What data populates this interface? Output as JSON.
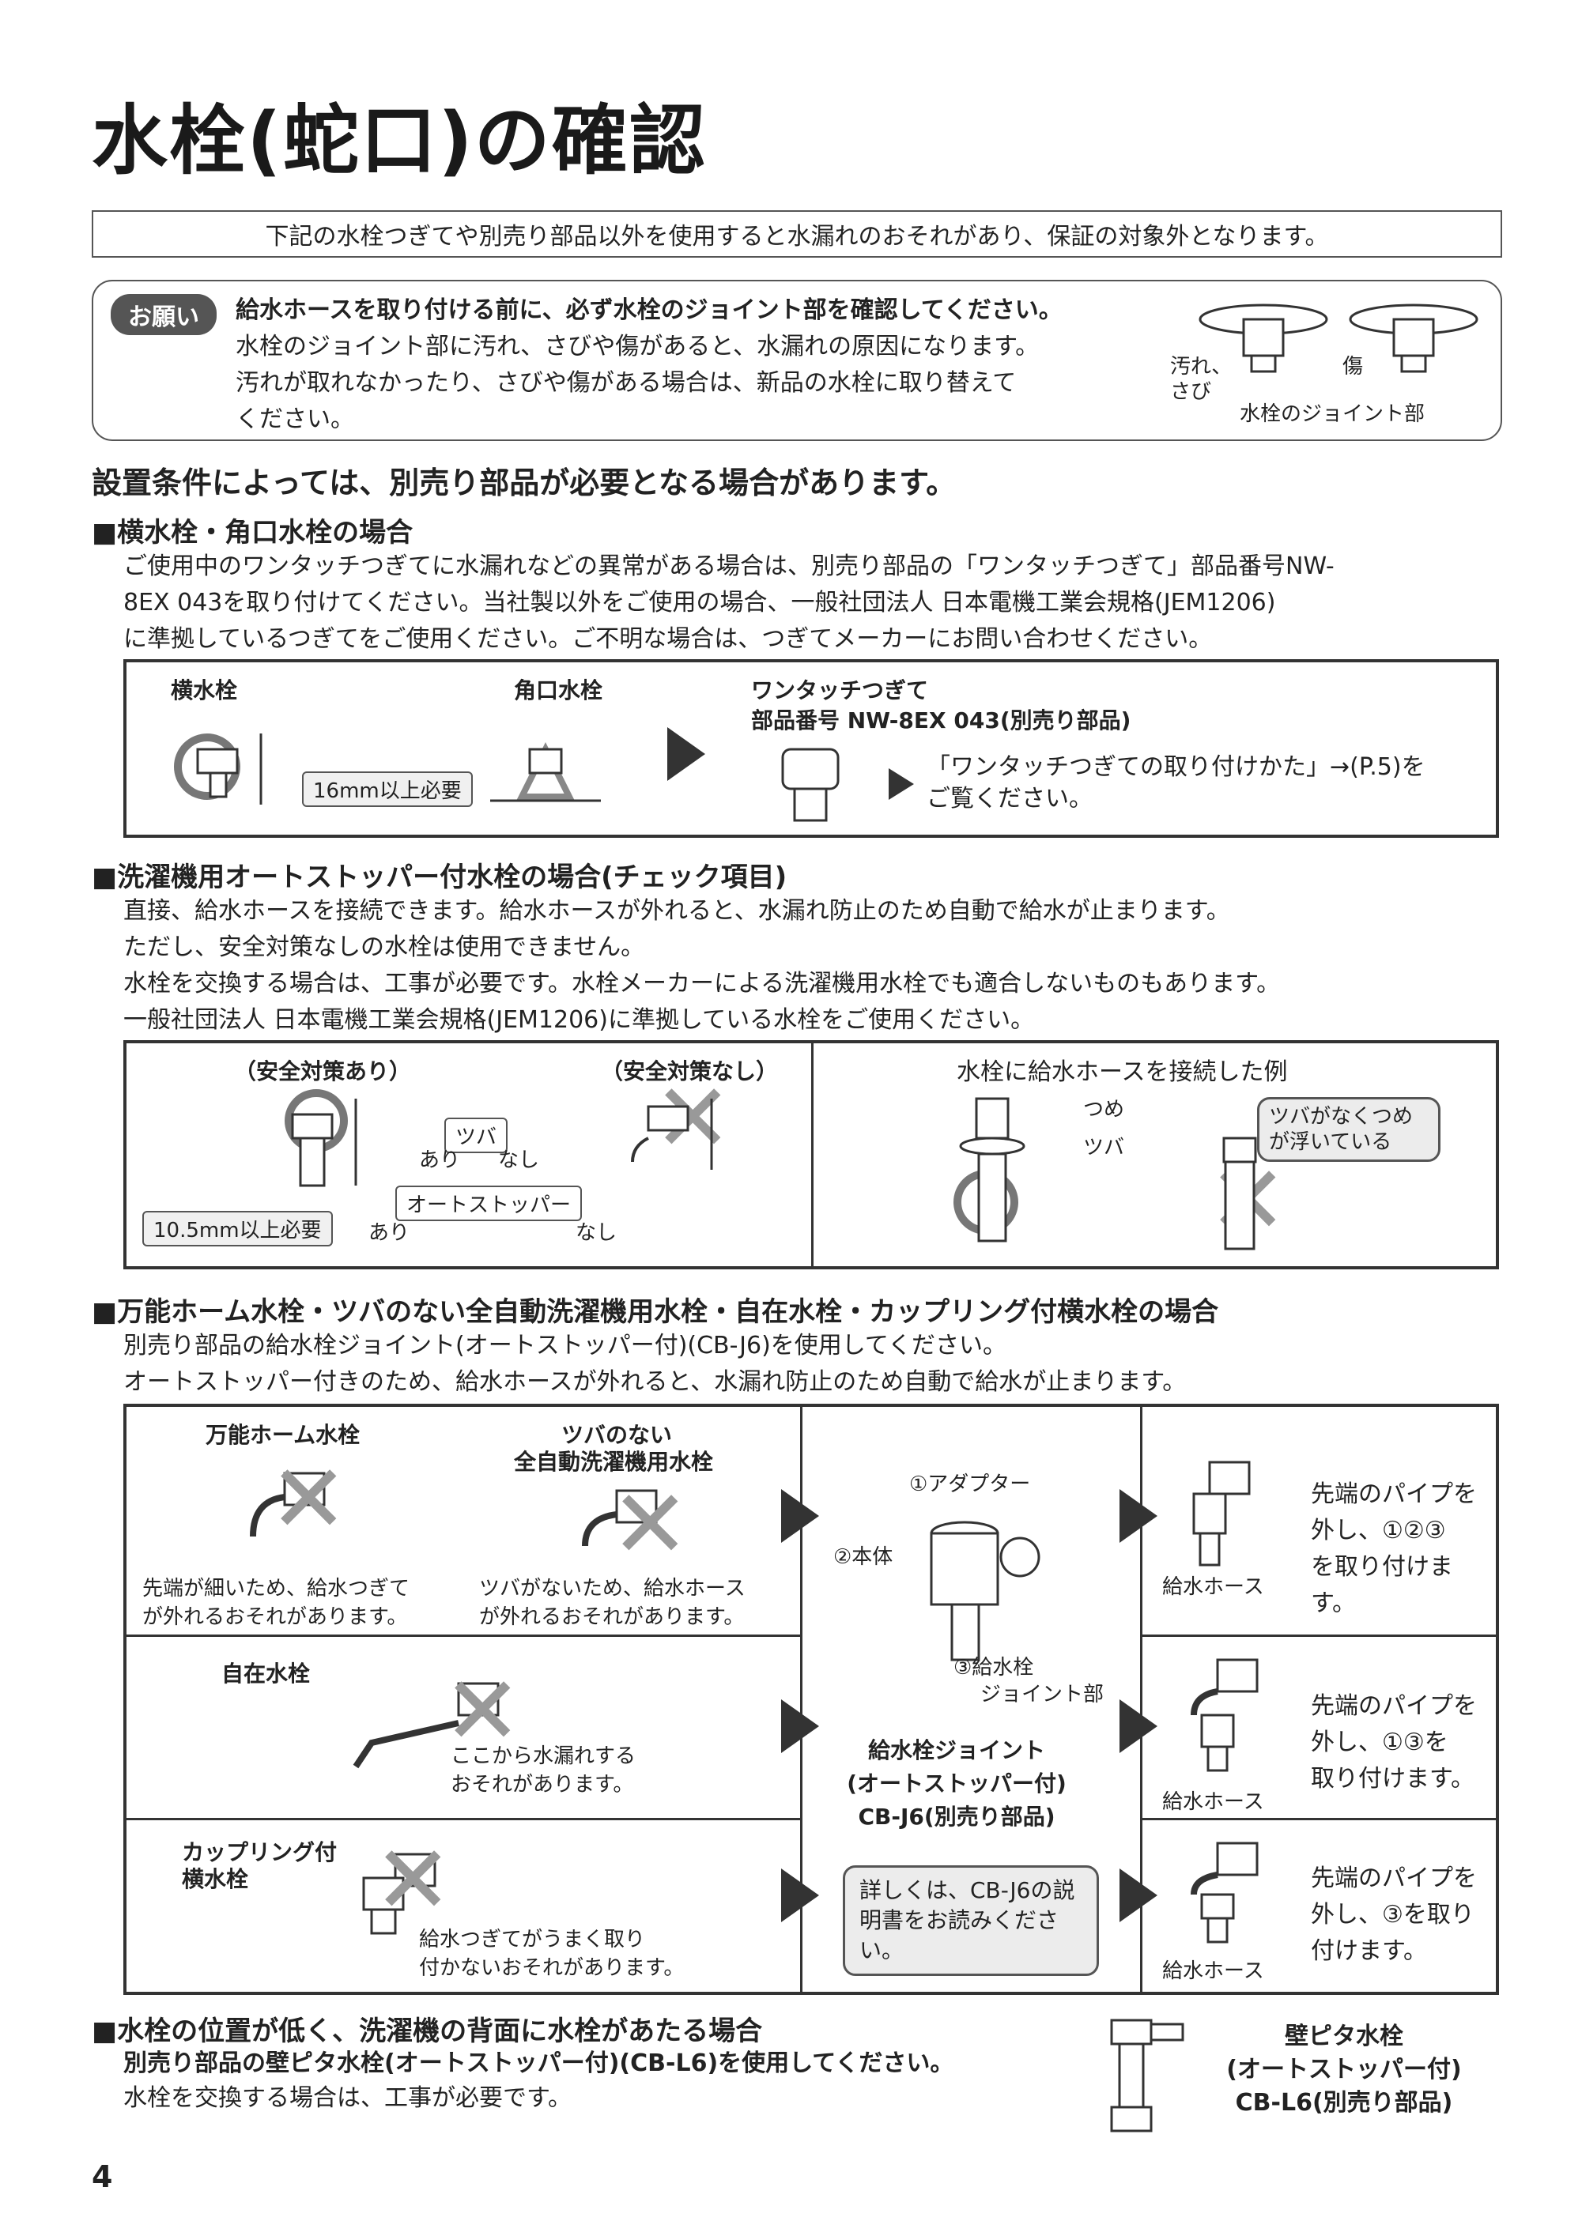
{
  "title": "水栓(蛇口)の確認",
  "notice": "下記の水栓つぎてや別売り部品以外を使用すると水漏れのおそれがあり、保証の対象外となります。",
  "request": {
    "pill": "お願い",
    "line1": "給水ホースを取り付ける前に、必ず水栓のジョイント部を確認してください。",
    "line2": "水栓のジョイント部に汚れ、さびや傷があると、水漏れの原因になります。",
    "line3": "汚れが取れなかったり、さびや傷がある場合は、新品の水栓に取り替えて",
    "line4": "ください。",
    "fig_dirty_1": "汚れ、",
    "fig_dirty_2": "さび",
    "fig_scratch": "傷",
    "fig_caption": "水栓のジョイント部"
  },
  "install_heading": "設置条件によっては、別売り部品が必要となる場合があります。",
  "sec1": {
    "heading": "■横水栓・角口水栓の場合",
    "p1": "ご使用中のワンタッチつぎてに水漏れなどの異常がある場合は、別売り部品の「ワンタッチつぎて」部品番号NW-",
    "p2": "8EX 043を取り付けてください。当社製以外をご使用の場合、一般社団法人 日本電機工業会規格(JEM1206)",
    "p3": "に準拠しているつぎてをご使用ください。ご不明な場合は、つぎてメーカーにお問い合わせください。",
    "yoko": "横水栓",
    "kakuguchi": "角口水栓",
    "gap": "16mm以上必要",
    "onetouch_1": "ワンタッチつぎて",
    "onetouch_2": "部品番号 NW-8EX 043(別売り部品)",
    "ref_1": "「ワンタッチつぎての取り付けかた」→(P.5)を",
    "ref_2": "ご覧ください。"
  },
  "sec2": {
    "heading": "■洗濯機用オートストッパー付水栓の場合(チェック項目)",
    "p1": "直接、給水ホースを接続できます。給水ホースが外れると、水漏れ防止のため自動で給水が止まります。",
    "p2": "ただし、安全対策なしの水栓は使用できません。",
    "p3": "水栓を交換する場合は、工事が必要です。水栓メーカーによる洗濯機用水栓でも適合しないものもあります。",
    "p4": "一般社団法人 日本電機工業会規格(JEM1206)に準拠している水栓をご使用ください。",
    "safe_yes": "（安全対策あり）",
    "safe_no": "（安全対策なし）",
    "tsuba": "ツバ",
    "ari": "あり",
    "nashi": "なし",
    "autostopper": "オートストッパー",
    "gap": "10.5mm以上必要",
    "example": "水栓に給水ホースを接続した例",
    "tsume": "つめ",
    "tsuba2": "ツバ",
    "float_1": "ツバがなくつめ",
    "float_2": "が浮いている"
  },
  "sec3": {
    "heading": "■万能ホーム水栓・ツバのない全自動洗濯機用水栓・自在水栓・カップリング付横水栓の場合",
    "p1": "別売り部品の給水栓ジョイント(オートストッパー付)(CB-J6)を使用してください。",
    "p2": "オートストッパー付きのため、給水ホースが外れると、水漏れ防止のため自動で給水が止まります。",
    "banno": "万能ホーム水栓",
    "notsuba_1": "ツバのない",
    "notsuba_2": "全自動洗濯機用水栓",
    "banno_note_1": "先端が細いため、給水つぎて",
    "banno_note_2": "が外れるおそれがあります。",
    "notsuba_note_1": "ツバがないため、給水ホース",
    "notsuba_note_2": "が外れるおそれがあります。",
    "jizai": "自在水栓",
    "jizai_note_1": "ここから水漏れする",
    "jizai_note_2": "おそれがあります。",
    "coupling_1": "カップリング付",
    "coupling_2": "横水栓",
    "coupling_note_1": "給水つぎてがうまく取り",
    "coupling_note_2": "付かないおそれがあります。",
    "adapter": "①アダプター",
    "body": "②本体",
    "joint_1": "③給水栓",
    "joint_2": "ジョイント部",
    "product_1": "給水栓ジョイント",
    "product_2": "(オートストッパー付)",
    "product_3": "CB-J6(別売り部品)",
    "detail_1": "詳しくは、CB-J6の説",
    "detail_2": "明書をお読みくださ",
    "detail_3": "い。",
    "r1_1": "先端のパイプを",
    "r1_2": "外し、①②③",
    "r1_3": "を取り付けます。",
    "r2_1": "先端のパイプを",
    "r2_2": "外し、①③を",
    "r2_3": "取り付けます。",
    "r3_1": "先端のパイプを",
    "r3_2": "外し、③を取り",
    "r3_3": "付けます。",
    "hose": "給水ホース"
  },
  "sec4": {
    "heading": "■水栓の位置が低く、洗濯機の背面に水栓があたる場合",
    "p1": "別売り部品の壁ピタ水栓(オートストッパー付)(CB-L6)を使用してください。",
    "p2": "水栓を交換する場合は、工事が必要です。",
    "product_1": "壁ピタ水栓",
    "product_2": "(オートストッパー付)",
    "product_3": "CB-L6(別売り部品)"
  },
  "page_number": "4",
  "colors": {
    "border": "#333333",
    "pill": "#555555",
    "note_bg": "#ececec"
  }
}
